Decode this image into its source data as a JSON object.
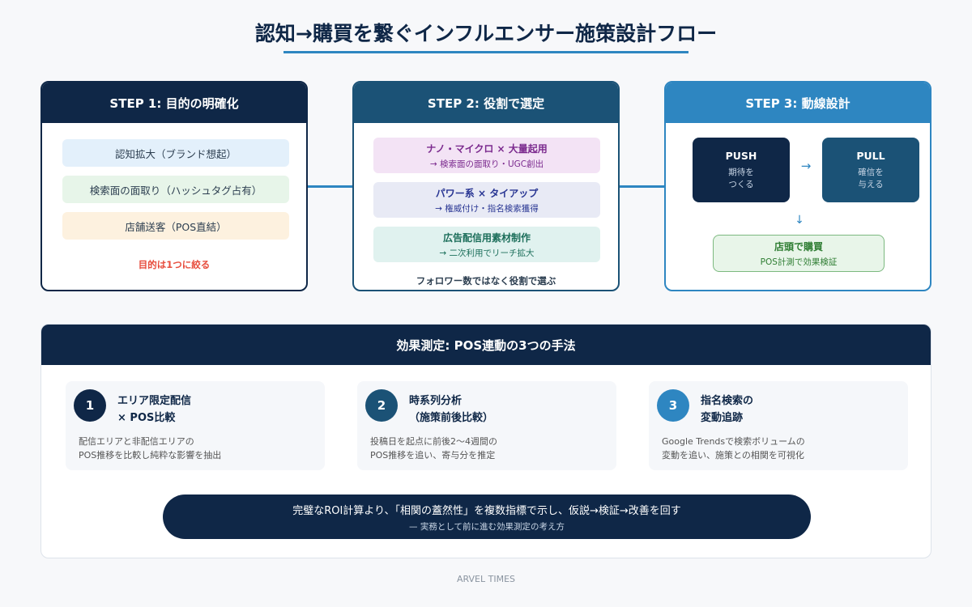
{
  "title": "認知→購買を繋ぐインフルエンサー施策設計フロー",
  "steps": [
    {
      "title": "STEP 1: 目的の明確化",
      "color": "#0f2747",
      "items": [
        "認知拡大（ブランド想起）",
        "検索面の面取り（ハッシュタグ占有）",
        "店舗送客（POS直結）"
      ],
      "note": "目的は1つに絞る"
    },
    {
      "title": "STEP 2: 役割で選定",
      "color": "#1b5276",
      "items": [
        {
          "title": "ナノ・マイクロ × 大量起用",
          "sub": "→ 検索面の面取り・UGC創出"
        },
        {
          "title": "パワー系 × タイアップ",
          "sub": "→ 権威付け・指名検索獲得"
        },
        {
          "title": "広告配信用素材制作",
          "sub": "→ 二次利用でリーチ拡大"
        }
      ],
      "note": "フォロワー数ではなく役割で選ぶ"
    },
    {
      "title": "STEP 3: 動線設計",
      "color": "#2e86c1",
      "push": {
        "title": "PUSH",
        "sub": "期待を\nつくる"
      },
      "pull": {
        "title": "PULL",
        "sub": "確信を\n与える"
      },
      "arrow_right": "→",
      "arrow_down": "↓",
      "result": {
        "title": "店頭で購買",
        "sub": "POS計測で効果検証"
      }
    }
  ],
  "measure": {
    "title": "効果測定: POS連動の3つの手法",
    "methods": [
      {
        "num": "1",
        "title": "エリア限定配信\n× POS比較",
        "desc": "配信エリアと非配信エリアの\nPOS推移を比較し純粋な影響を抽出",
        "color": "#0f2747"
      },
      {
        "num": "2",
        "title": "時系列分析\n（施策前後比較）",
        "desc": "投稿日を起点に前後2〜4週間の\nPOS推移を追い、寄与分を推定",
        "color": "#1b5276"
      },
      {
        "num": "3",
        "title": "指名検索の\n変動追跡",
        "desc": "Google Trendsで検索ボリュームの\n変動を追い、施策との相関を可視化",
        "color": "#2e86c1"
      }
    ],
    "conclusion": "完璧なROI計算より、「相関の蓋然性」を複数指標で示し、仮説→検証→改善を回す",
    "conclusion_sub": "— 実務として前に進む効果測定の考え方"
  },
  "footer": "ARVEL TIMES"
}
